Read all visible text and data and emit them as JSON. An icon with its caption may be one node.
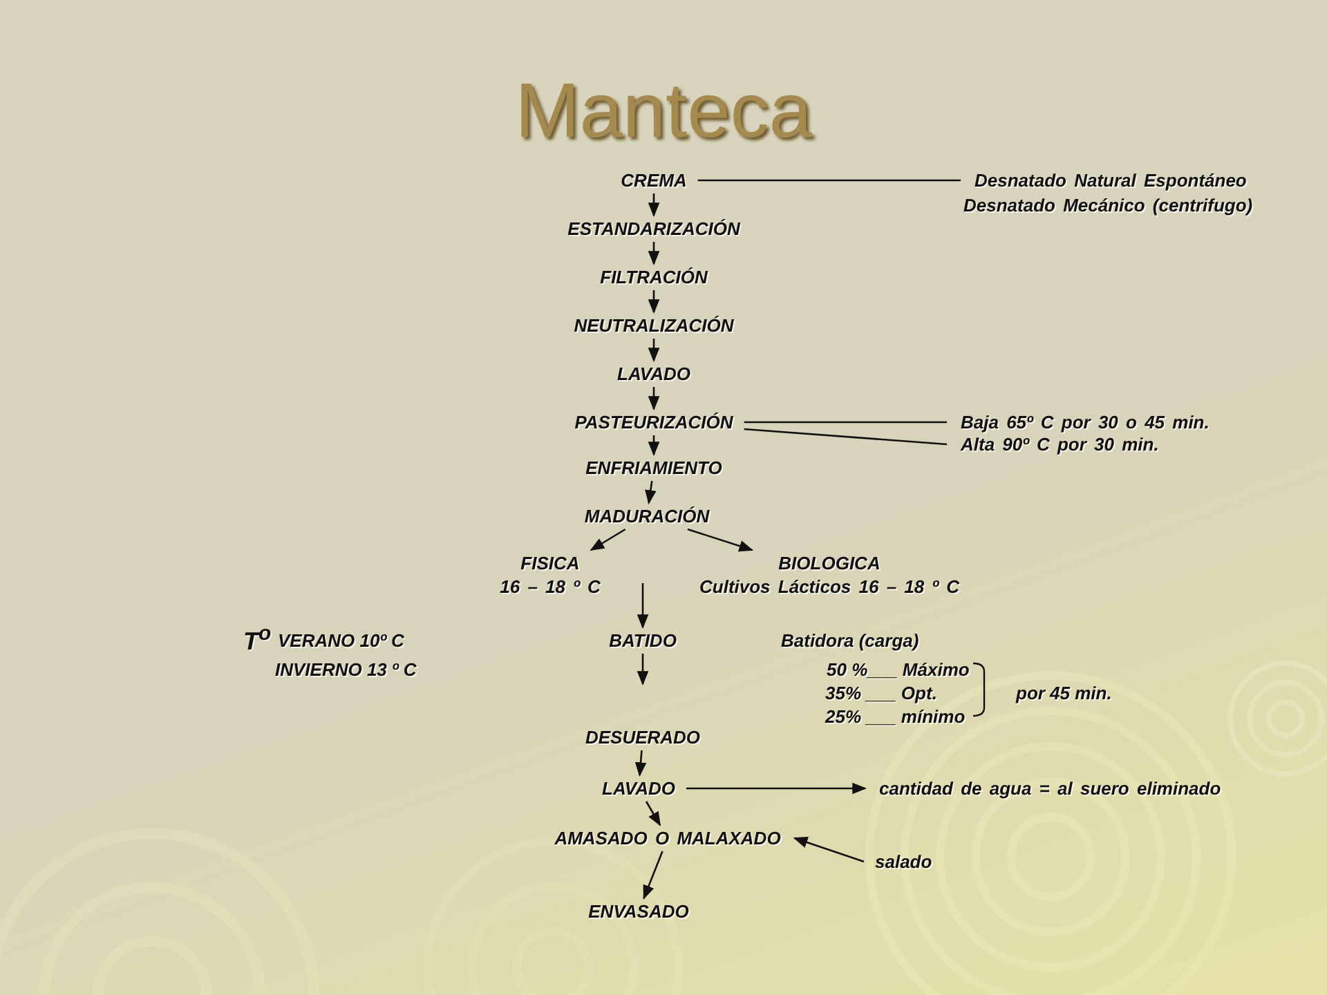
{
  "diagram": {
    "title": "Manteca",
    "nodes": [
      {
        "text": [
          "CREMA"
        ]
      },
      {
        "text": [
          "Desnatado Natural Espontáneo"
        ]
      },
      {
        "text": [
          "Desnatado Mecánico (centrifugo)"
        ]
      },
      {
        "text": [
          "ESTANDARIZACIÓN"
        ]
      },
      {
        "text": [
          "FILTRACIÓN"
        ]
      },
      {
        "text": [
          "NEUTRALIZACIÓN"
        ]
      },
      {
        "text": [
          "LAVADO"
        ]
      },
      {
        "text": [
          "PASTEURIZACIÓN"
        ]
      },
      {
        "text": [
          "Baja 65º C por 30 o 45 min."
        ]
      },
      {
        "text": [
          "Alta 90º C por 30 min."
        ]
      },
      {
        "text": [
          "ENFRIAMIENTO"
        ]
      },
      {
        "text": [
          "MADURACIÓN"
        ]
      },
      {
        "text": [
          "FISICA",
          "16 – 18 º C"
        ]
      },
      {
        "text": [
          "BIOLOGICA",
          "Cultivos Lácticos 16 – 18 º C"
        ]
      },
      {
        "text": [
          "BATIDO"
        ]
      },
      {
        "text": [
          "DESUERADO"
        ]
      },
      {
        "text": [
          "LAVADO"
        ]
      },
      {
        "text": [
          "cantidad de agua = al suero eliminado"
        ]
      },
      {
        "text": [
          "AMASADO O MALAXADO"
        ]
      },
      {
        "text": [
          "salado"
        ]
      },
      {
        "text": [
          "ENVASADO"
        ]
      }
    ],
    "edges": [
      {
        "from": 0,
        "to": 1,
        "arrow": "none"
      },
      {
        "from": 0,
        "to": 3,
        "arrow": "to"
      },
      {
        "from": 3,
        "to": 4,
        "arrow": "to"
      },
      {
        "from": 4,
        "to": 5,
        "arrow": "to"
      },
      {
        "from": 5,
        "to": 6,
        "arrow": "to"
      },
      {
        "from": 6,
        "to": 7,
        "arrow": "to"
      },
      {
        "from": 7,
        "to": 8,
        "arrow": "none"
      },
      {
        "from": 7,
        "to": 9,
        "arrow": "none"
      },
      {
        "from": 7,
        "to": 10,
        "arrow": "to"
      },
      {
        "from": 10,
        "to": 11,
        "arrow": "to"
      },
      {
        "from": 11,
        "to": 12,
        "arrow": "to"
      },
      {
        "from": 11,
        "to": 13,
        "arrow": "to"
      },
      {
        "from": null,
        "to": 14,
        "arrow": "to"
      },
      {
        "from": 14,
        "to": null,
        "arrow": "to"
      },
      {
        "from": 15,
        "to": 16,
        "arrow": "to"
      },
      {
        "from": 16,
        "to": 17,
        "arrow": "to"
      },
      {
        "from": 16,
        "to": 18,
        "arrow": "to"
      },
      {
        "from": 19,
        "to": 18,
        "arrow": "to"
      },
      {
        "from": 18,
        "to": 20,
        "arrow": "to"
      }
    ],
    "labels": [
      "T$^{o}$",
      "VERANO 10º C",
      "INVIERNO 13 º C",
      "Batidora (carga)",
      "50 %___ Máximo",
      "35% ___ Opt.",
      "25% ___ mínimo",
      "por 45 min."
    ]
  }
}
